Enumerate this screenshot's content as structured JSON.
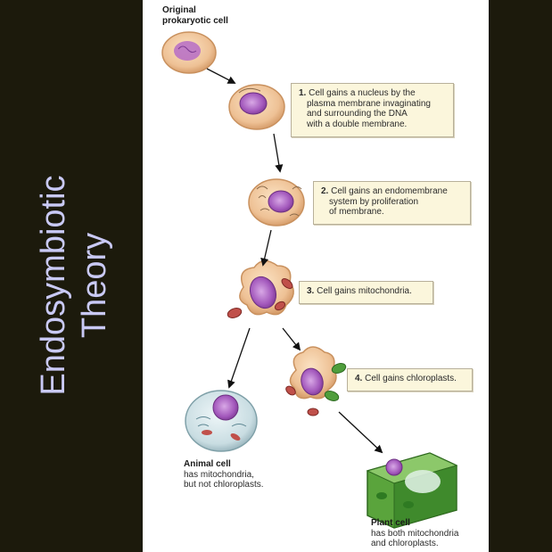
{
  "slide": {
    "title_line1": "Endosymbiotic",
    "title_line2": "Theory"
  },
  "diagram": {
    "original_label_line1": "Original",
    "original_label_line2": "prokaryotic cell",
    "steps": [
      {
        "num": "1.",
        "text_line1": "Cell gains a nucleus by the",
        "text_line2": "plasma membrane invaginating",
        "text_line3": "and surrounding the DNA",
        "text_line4": "with a double membrane."
      },
      {
        "num": "2.",
        "text_line1": "Cell gains an endomembrane",
        "text_line2": "system by proliferation",
        "text_line3": "of membrane."
      },
      {
        "num": "3.",
        "text_line1": "Cell gains mitochondria."
      },
      {
        "num": "4.",
        "text_line1": "Cell gains chloroplasts."
      }
    ],
    "animal": {
      "label": "Animal cell",
      "desc_line1": "has mitochondria,",
      "desc_line2": "but not chloroplasts."
    },
    "plant": {
      "label": "Plant cell",
      "desc_line1": "has both mitochondria",
      "desc_line2": "and chloroplasts."
    }
  },
  "colors": {
    "background": "#1c1a0c",
    "title": "#c9c9f5",
    "panel": "#ffffff",
    "box_fill": "#fbf6dc",
    "cell_fill": "#f0c89a",
    "nucleus": "#a050b8",
    "mitochondria": "#c0504a",
    "chloroplast": "#4f9e3c"
  }
}
